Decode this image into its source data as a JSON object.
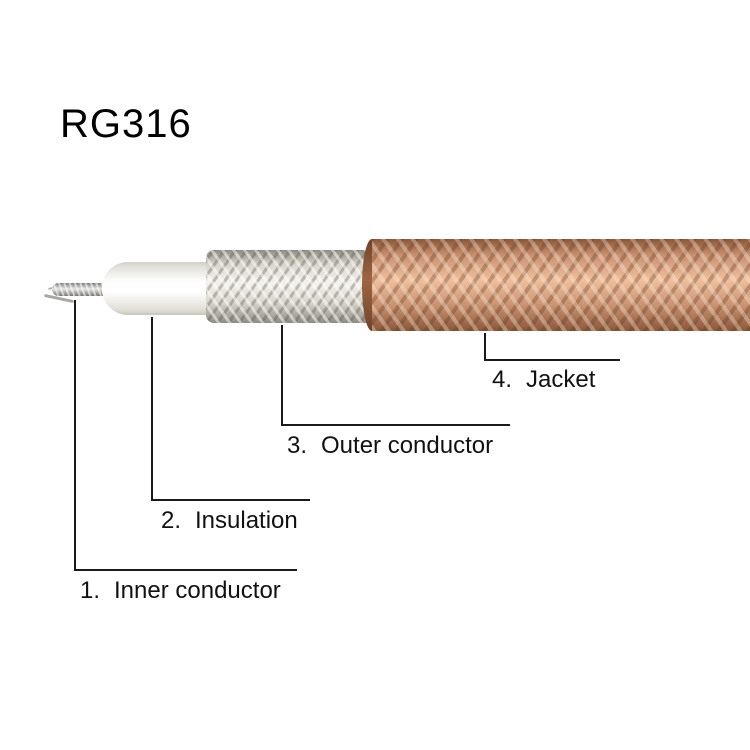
{
  "title": "RG316",
  "labels": [
    {
      "num": "1.",
      "text": "Inner conductor"
    },
    {
      "num": "2.",
      "text": "Insulation"
    },
    {
      "num": "3.",
      "text": "Outer conductor"
    },
    {
      "num": "4.",
      "text": "Jacket"
    }
  ],
  "cable": {
    "type": "coaxial cable",
    "model": "RG316",
    "parts_left_to_right": [
      "Inner conductor",
      "Insulation",
      "Outer conductor",
      "Jacket"
    ]
  },
  "colors": {
    "copper-base": "#c99272",
    "copper-light": "#eebf9e",
    "copper-dark": "#8a573a",
    "braid-base": "#d8d5cb",
    "braid-light": "#f4f2ec",
    "braid-dark": "#8e8b80",
    "insulation": "#ffffff",
    "line": "#1a1a1a"
  }
}
